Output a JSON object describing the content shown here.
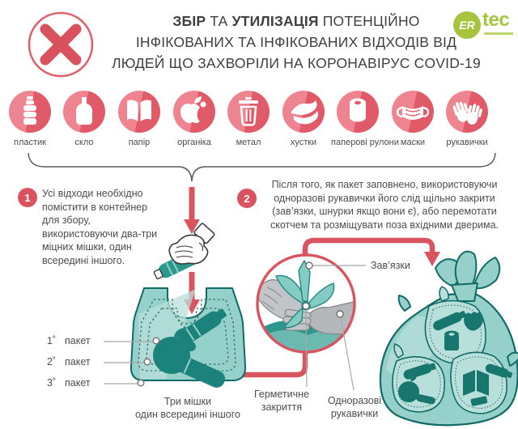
{
  "header": {
    "title": {
      "l1_bold1": "ЗБІР",
      "l1_mid": " ТА ",
      "l1_bold2": "УТИЛІЗАЦІЯ",
      "l1_rest": " ПОТЕНЦІЙНО",
      "l2": "ІНФІКОВАНИХ ТА ІНФІКОВАНИХ ВІДХОДІВ ВІД",
      "l3": "ЛЮДЕЙ ЩО ЗАХВОРІЛИ НА КОРОНАВІРУС COVID-19"
    },
    "logo": {
      "er": "ER",
      "tec": "tec"
    }
  },
  "waste_types": [
    {
      "label": "пластик",
      "icon": "plastic-bottle-icon"
    },
    {
      "label": "скло",
      "icon": "glass-bottle-icon"
    },
    {
      "label": "папір",
      "icon": "open-book-icon"
    },
    {
      "label": "органіка",
      "icon": "apple-core-icon"
    },
    {
      "label": "метал",
      "icon": "trash-can-icon"
    },
    {
      "label": "хустки",
      "icon": "tissues-icon"
    },
    {
      "label": "паперові рулони",
      "icon": "paper-roll-icon"
    },
    {
      "label": "маски",
      "icon": "face-mask-icon"
    },
    {
      "label": "рукавички",
      "icon": "gloves-icon"
    }
  ],
  "steps": [
    {
      "number": "1",
      "text": "Усі відходи необхідно помістити в контейнер для збору, використовуючи два-три міцних мішки, один всередині іншого."
    },
    {
      "number": "2",
      "text": "Після того, як пакет заповнено, використовуючи одноразові рукавички його слід щільно закрити (зав’язки, шнурки якщо вони є), або перемотати скотчем та розміщувати поза вхідними дверима."
    }
  ],
  "bag_layers": [
    {
      "num": "1˚",
      "word": "пакет"
    },
    {
      "num": "2˚",
      "word": "пакет"
    },
    {
      "num": "3˚",
      "word": "пакет"
    }
  ],
  "captions": {
    "three_bags_l1": "Три мішки",
    "three_bags_l2": "один всередині іншого",
    "ties": "Зав’язки",
    "seal_l1": "Герметичне",
    "seal_l2": "закриття",
    "gloves_l1": "Одноразові",
    "gloves_l2": "рукавички"
  },
  "colors": {
    "accent_red": "#d9545f",
    "icon_red_light": "#ee8490",
    "icon_red_dark": "#e15a67",
    "teal": "#96d0cb",
    "teal_light": "#b9dfdb",
    "teal_outline": "#116b66",
    "teal_item": "#1b837b",
    "logo_green": "#a6c43e",
    "text_dark": "#3f3f41"
  }
}
